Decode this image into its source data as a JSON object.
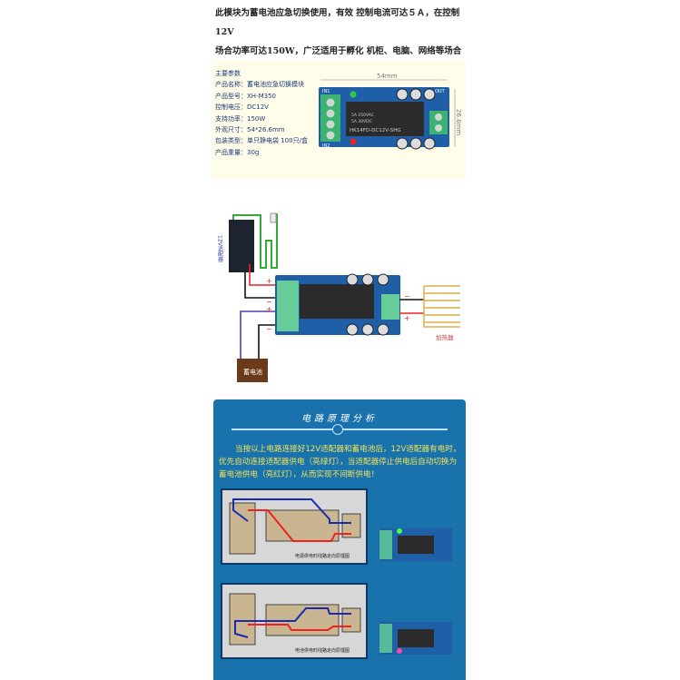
{
  "intro": {
    "line1": "此模块为蓄电池应急切换使用，有效 控制电流可达５Ａ，在控制12V",
    "line2": "场合功率可达150W，广泛适用于孵化 机柜、电脑、网络等场合"
  },
  "specs": {
    "heading": "主要参数",
    "items": [
      "产品名称：蓄电池应急切换模块",
      "产品型号：XH-M350",
      "控制电压：DC12V",
      "支持功率：150W",
      "外观尺寸：54*26.6mm",
      "包装类型：单只静电袋 100只/盒",
      "产品重量：30g"
    ],
    "width_dim": "54mm",
    "height_dim": "26.6mm",
    "board": {
      "in1": "IN1",
      "in2": "IN2",
      "out": "OUT",
      "relay_line1": "5A 250VAC",
      "relay_line2": "5A 30VDC",
      "relay_model": "HK14FD-DC12V-SHG"
    }
  },
  "wiring": {
    "adapter": "12V适配器",
    "battery": "蓄电池",
    "heater": "加热器",
    "plus": "+",
    "minus": "−"
  },
  "principle": {
    "title": "电路原理分析",
    "text": "当按以上电路连接好12V适配器和蓄电池后，12V适配器有电时，优先自动连接适配器供电（亮绿灯），当适配器停止供电后自动切换为蓄电池供电（亮红灯），从而实现不间断供电！",
    "caption1": "电源供电时线路走向原理图",
    "caption2": "电池供电时线路走向原理图"
  },
  "colors": {
    "panel": "#1a72ad",
    "text_yellow": "#f1e35a",
    "pcb": "#1e5fa8",
    "terminal": "#3cb371"
  }
}
